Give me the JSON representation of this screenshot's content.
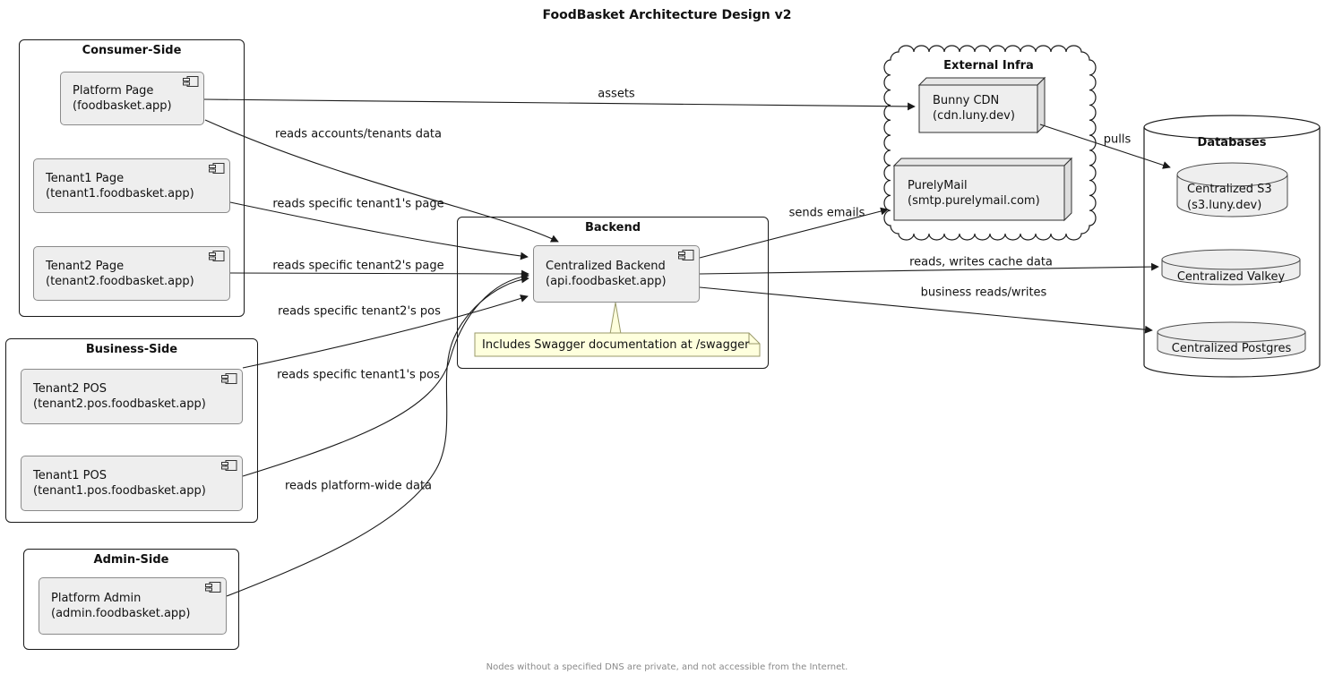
{
  "title": "FoodBasket Architecture Design v2",
  "footer": "Nodes without a specified DNS are private, and not accessible from the Internet.",
  "packages": {
    "consumer": {
      "label": "Consumer-Side"
    },
    "business": {
      "label": "Business-Side"
    },
    "admin": {
      "label": "Admin-Side"
    },
    "backend": {
      "label": "Backend"
    },
    "external": {
      "label": "External Infra"
    },
    "databases": {
      "label": "Databases"
    }
  },
  "nodes": {
    "platform_page": {
      "label": "Platform Page",
      "domain": "(foodbasket.app)"
    },
    "tenant1_page": {
      "label": "Tenant1 Page",
      "domain": "(tenant1.foodbasket.app)"
    },
    "tenant2_page": {
      "label": "Tenant2 Page",
      "domain": "(tenant2.foodbasket.app)"
    },
    "tenant2_pos": {
      "label": "Tenant2 POS",
      "domain": "(tenant2.pos.foodbasket.app)"
    },
    "tenant1_pos": {
      "label": "Tenant1 POS",
      "domain": "(tenant1.pos.foodbasket.app)"
    },
    "platform_admin": {
      "label": "Platform Admin",
      "domain": "(admin.foodbasket.app)"
    },
    "centralized_backend": {
      "label": "Centralized Backend",
      "domain": "(api.foodbasket.app)"
    },
    "bunny_cdn": {
      "label": "Bunny CDN",
      "domain": "(cdn.luny.dev)"
    },
    "purelymail": {
      "label": "PurelyMail",
      "domain": "(smtp.purelymail.com)"
    },
    "centralized_s3": {
      "label": "Centralized S3",
      "domain": "(s3.luny.dev)"
    },
    "centralized_valkey": {
      "label": "Centralized Valkey"
    },
    "centralized_postgres": {
      "label": "Centralized Postgres"
    }
  },
  "note": {
    "text": "Includes Swagger documentation at /swagger"
  },
  "edge_labels": {
    "assets": "assets",
    "accounts": "reads accounts/tenants data",
    "t1page": "reads specific tenant1's page",
    "t2page": "reads specific tenant2's page",
    "t2pos": "reads specific tenant2's pos",
    "t1pos": "reads specific tenant1's pos",
    "platform_wide": "reads platform-wide data",
    "emails": "sends emails",
    "cache": "reads, writes cache data",
    "business_rw": "business reads/writes",
    "pulls": "pulls"
  },
  "colors": {
    "background": "#ffffff",
    "line": "#1a1a1a",
    "node_fill": "#eeeeee",
    "node_border": "#8a8a8a",
    "note_fill": "#feffdd",
    "note_border": "#9a9a6a",
    "footer_text": "#8a8a8a"
  }
}
